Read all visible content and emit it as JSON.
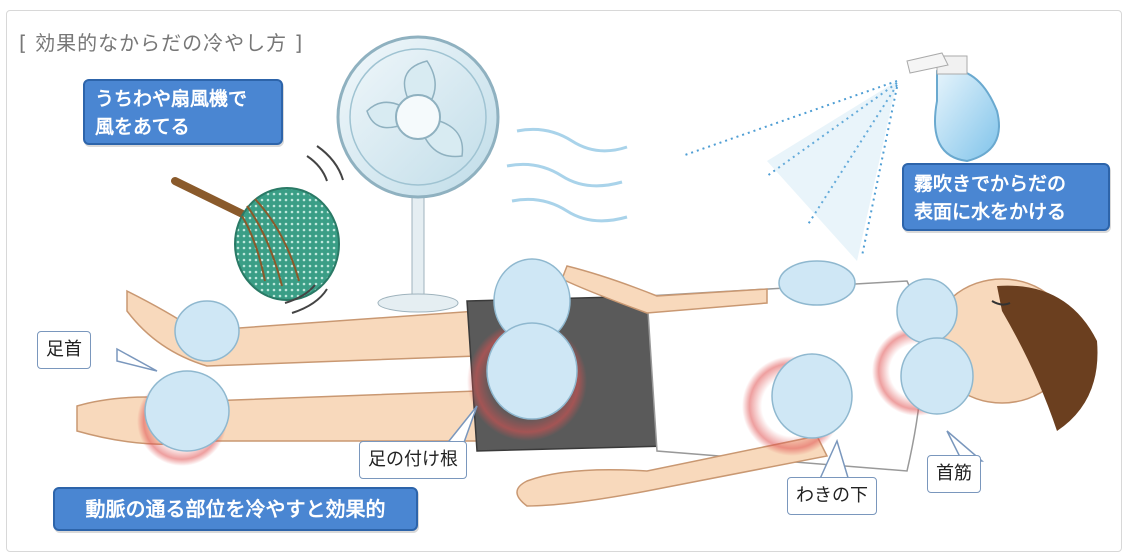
{
  "title": "[ 効果的なからだの冷やし方 ]",
  "labels": {
    "fan": [
      "うちわや扇風機で",
      "風をあてる"
    ],
    "spray": [
      "霧吹きでからだの",
      "表面に水をかける"
    ],
    "ankle": "足首",
    "groin": "足の付け根",
    "armpit": "わきの下",
    "neck": "首筋",
    "summary": "動脈の通る部位を冷やすと効果的"
  },
  "colors": {
    "label_blue": "#4a86d2",
    "skin": "#f8d9bc",
    "shirt": "#ffffff",
    "shorts": "#5a5a5a",
    "hair": "#6b3f1f",
    "uchiwa_green": "#3a9e86",
    "ice_pack": "#cfe7f5",
    "highlight_red": "#e05050"
  }
}
